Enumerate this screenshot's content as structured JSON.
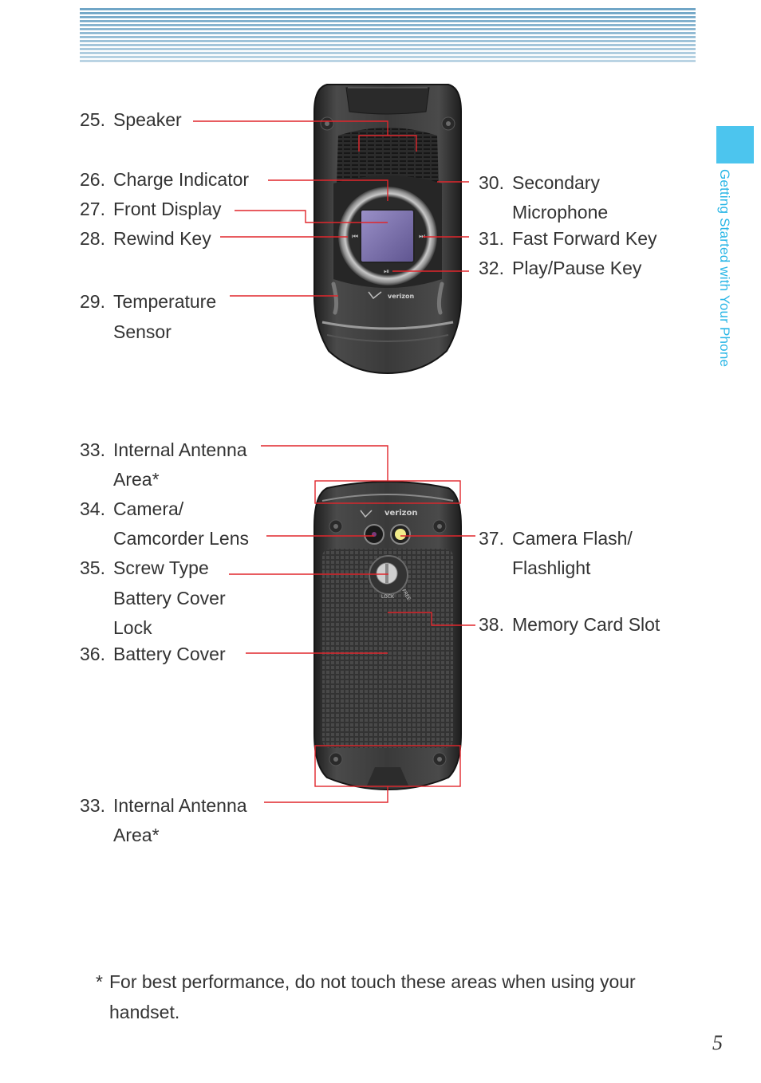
{
  "section_tab": "Getting Started with Your Phone",
  "page_number": "5",
  "front_labels": [
    {
      "num": "25.",
      "lines": [
        "Speaker"
      ]
    },
    {
      "num": "26.",
      "lines": [
        "Charge Indicator"
      ]
    },
    {
      "num": "27.",
      "lines": [
        "Front Display"
      ]
    },
    {
      "num": "28.",
      "lines": [
        "Rewind Key"
      ]
    },
    {
      "num": "29.",
      "lines": [
        "Temperature",
        "Sensor"
      ]
    },
    {
      "num": "30.",
      "lines": [
        "Secondary",
        "Microphone"
      ]
    },
    {
      "num": "31.",
      "lines": [
        "Fast Forward Key"
      ]
    },
    {
      "num": "32.",
      "lines": [
        "Play/Pause Key"
      ]
    }
  ],
  "back_labels": [
    {
      "num": "33.",
      "lines": [
        "Internal Antenna",
        "Area*"
      ]
    },
    {
      "num": "34.",
      "lines": [
        "Camera/",
        "Camcorder Lens"
      ]
    },
    {
      "num": "35.",
      "lines": [
        "Screw Type",
        "Battery Cover",
        "Lock"
      ]
    },
    {
      "num": "36.",
      "lines": [
        "Battery Cover"
      ]
    },
    {
      "num": "37.",
      "lines": [
        "Camera Flash/",
        "Flashlight"
      ]
    },
    {
      "num": "38.",
      "lines": [
        "Memory Card Slot"
      ]
    },
    {
      "num": "33.",
      "lines": [
        "Internal Antenna",
        "Area*"
      ]
    }
  ],
  "phone_branding": "verizon",
  "lock_engraving": [
    "LOCK",
    "FREE"
  ],
  "footnote": {
    "star": "*",
    "line1": "For best performance, do not touch these areas when using your",
    "line2": "handset."
  },
  "colors": {
    "accent": "#4cc5ee",
    "accent_text": "#29b6e6",
    "callout_red": "#e0262c",
    "header_stripe": "#6fa5c6",
    "phone_body": "#3a3a3a"
  }
}
